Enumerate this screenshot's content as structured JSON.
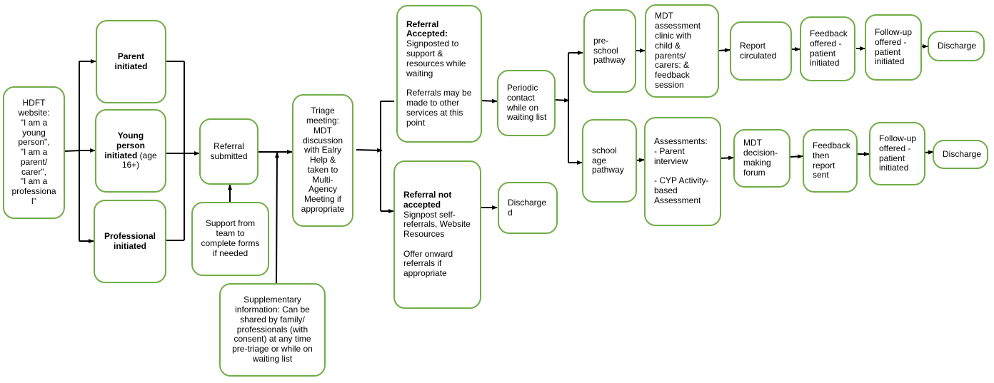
{
  "diagram": {
    "border_color": "#70ad47",
    "arrow_color": "#000000",
    "nodes": {
      "hdft_website": {
        "text": "HDFT\nwebsite:\n\"I am a\nyoung\nperson\",\n\"I am a\nparent/\ncarer\",\n\"I am a\nprofessiona\nl\""
      },
      "parent_initiated": {
        "bold": "Parent\ninitiated",
        "text": ""
      },
      "young_person_initiated": {
        "bold": "Young\nperson\ninitiated",
        "text": " (age\n16+)"
      },
      "professional_initiated": {
        "bold": "Professional\ninitiated",
        "text": ""
      },
      "referral_submitted": {
        "text": "Referral\nsubmitted"
      },
      "support_from_team": {
        "text": "Support from\nteam to\ncomplete forms\nif needed"
      },
      "supplementary_info": {
        "text": "Supplementary\ninformation: Can be\nshared by family/\nprofessionals (with\nconsent) at any time\npre-triage or while on\nwaiting list"
      },
      "triage_meeting": {
        "text": "Triage\nmeeting:\nMDT\ndiscussion\nwith Ealry\nHelp &\ntaken to\nMulti-\nAgency\nMeeting  if\nappropriate"
      },
      "referral_accepted": {
        "bold": "Referral\nAccepted:",
        "text": "\nSignposted to\nsupport &\nresources while\nwaiting\n\nReferrals may be\nmade to other\nservices at this\npoint"
      },
      "referral_not_accepted": {
        "bold": "Referral not\naccepted",
        "text": "\nSignpost self-\nreferrals, Website\nResources\n\nOffer onward\nreferrals if\nappropriate"
      },
      "periodic_contact": {
        "text": "Periodic\ncontact\nwhile on\nwaiting list"
      },
      "discharged_not_accepted": {
        "text": "Discharge\nd"
      },
      "pre_school_pathway": {
        "text": "pre-\nschool\npathway"
      },
      "mdt_assessment_clinic": {
        "text": "MDT\nassessment\nclinic with\nchild &\nparents/\ncarers:  &\nfeedback\nsession"
      },
      "report_circulated": {
        "text": "Report\ncirculated"
      },
      "feedback_offered": {
        "text": "Feedback\noffered -\npatient\ninitiated"
      },
      "follow_up_preschool": {
        "text": "Follow-up\noffered -\npatient\ninitiated"
      },
      "discharge_preschool": {
        "text": "Discharge"
      },
      "school_age_pathway": {
        "text": "school\nage\npathway"
      },
      "assessments": {
        "text": "Assessments:\n- Parent\ninterview\n\n- CYP Activity-\nbased\nAssessment"
      },
      "mdt_decision_forum": {
        "text": "MDT\ndecision-\nmaking\nforum"
      },
      "feedback_report_sent": {
        "text": "Feedback\nthen\nreport\nsent"
      },
      "follow_up_school": {
        "text": "Follow-up\noffered -\npatient\ninitiated"
      },
      "discharge_school": {
        "text": "Discharge"
      }
    }
  }
}
